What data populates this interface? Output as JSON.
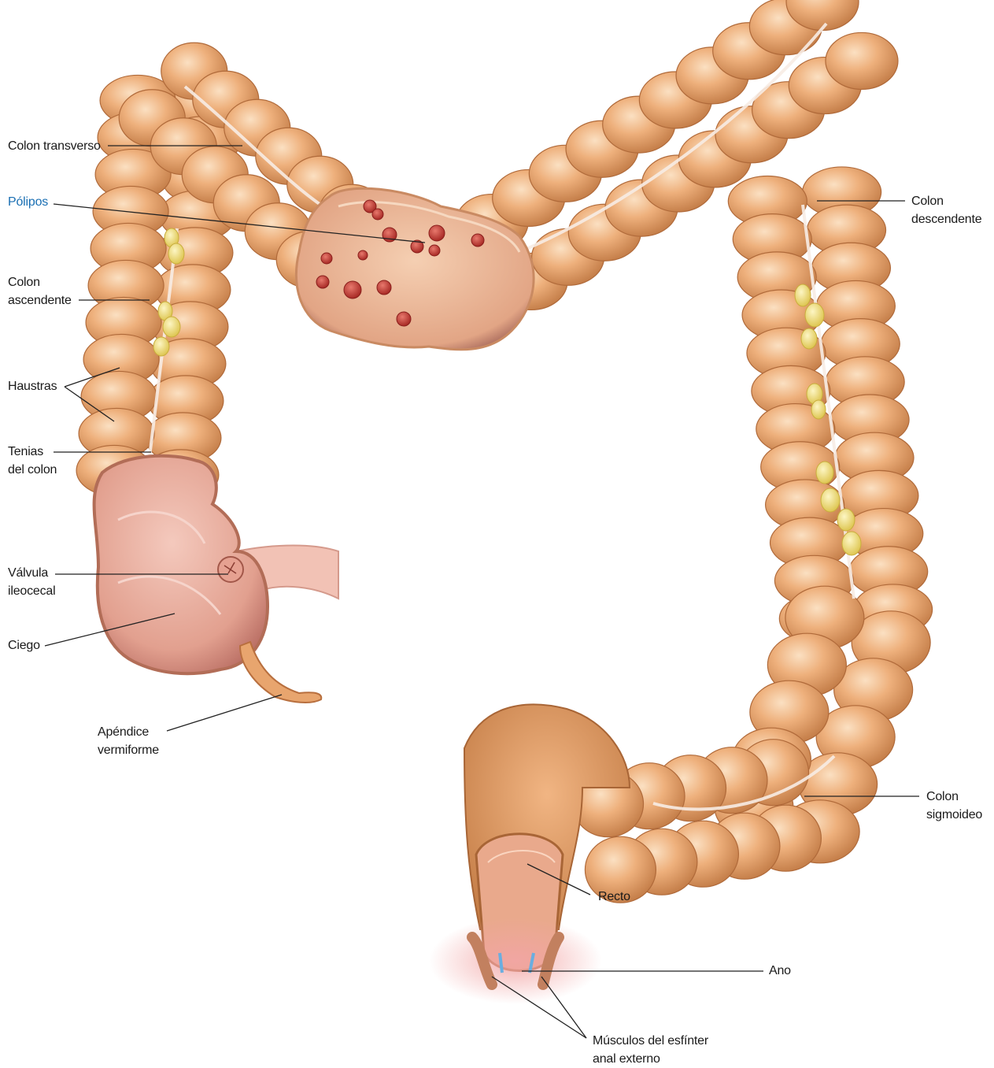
{
  "colors": {
    "colon_base": "#e8a56e",
    "colon_light": "#f6cfa6",
    "colon_dark": "#b86f3e",
    "interior": "#e9a59a",
    "polyp": "#c23a35",
    "fat": "#f3e27a",
    "leader_line": "#222222",
    "highlight_label": "#1a6fb3"
  },
  "labels": {
    "colon_transverso": "Colon transverso",
    "polipos": "Pólipos",
    "colon_ascendente": "Colon\nascendente",
    "haustras": "Haustras",
    "tenias": "Tenias\ndel colon",
    "valvula": "Válvula\nileocecal",
    "ciego": "Ciego",
    "apendice": "Apéndice\nvermiforme",
    "colon_descendente": "Colon\ndescendente",
    "colon_sigmoideo": "Colon\nsigmoideo",
    "recto": "Recto",
    "ano": "Ano",
    "musculos": "Músculos del esfínter\nanal externo"
  }
}
